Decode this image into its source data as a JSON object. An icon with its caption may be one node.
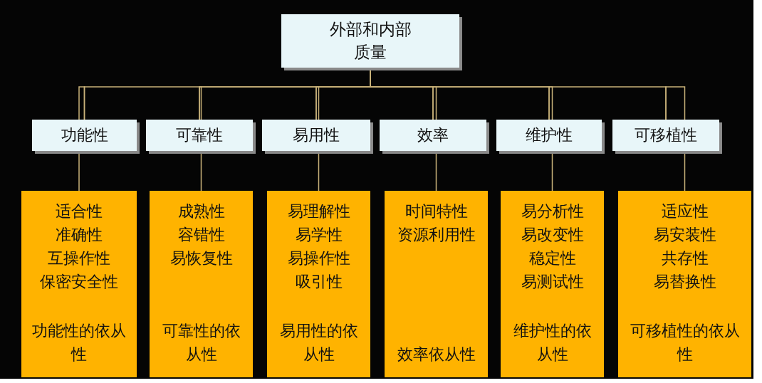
{
  "diagram": {
    "nodes": [
      {
        "text": [
          "外部和内部质量"
        ]
      },
      {
        "text": [
          "功能性"
        ]
      },
      {
        "text": [
          "可靠性"
        ]
      },
      {
        "text": [
          "易用性"
        ]
      },
      {
        "text": [
          "效率"
        ]
      },
      {
        "text": [
          "维护性"
        ]
      },
      {
        "text": [
          "可移植性"
        ]
      },
      {
        "text": [
          "适合性",
          "准确性",
          "互操作性",
          "保密安全性",
          "功能性的依从性"
        ]
      },
      {
        "text": [
          "成熟性",
          "容错性",
          "易恢复性",
          "可靠性的依从性"
        ]
      },
      {
        "text": [
          "易理解性",
          "易学性",
          "易操作性",
          "吸引性",
          "易用性的依从性"
        ]
      },
      {
        "text": [
          "时间特性",
          "资源利用性",
          "效率依从性"
        ]
      },
      {
        "text": [
          "易分析性",
          "易改变性",
          "稳定性",
          "易测试性",
          "维护性的依从性"
        ]
      },
      {
        "text": [
          "适应性",
          "易安装性",
          "共存性",
          "易替换性",
          "可移植性的依从性"
        ]
      }
    ],
    "edges": [
      {
        "from": 0,
        "to": 1,
        "arrow": "none"
      },
      {
        "from": 0,
        "to": 2,
        "arrow": "none"
      },
      {
        "from": 0,
        "to": 3,
        "arrow": "none"
      },
      {
        "from": 0,
        "to": 4,
        "arrow": "none"
      },
      {
        "from": 0,
        "to": 5,
        "arrow": "none"
      },
      {
        "from": 0,
        "to": 6,
        "arrow": "none"
      },
      {
        "from": 1,
        "to": 7,
        "arrow": "none"
      },
      {
        "from": 2,
        "to": 8,
        "arrow": "none"
      },
      {
        "from": 3,
        "to": 9,
        "arrow": "none"
      },
      {
        "from": 4,
        "to": 10,
        "arrow": "none"
      },
      {
        "from": 5,
        "to": 11,
        "arrow": "none"
      },
      {
        "from": 6,
        "to": 12,
        "arrow": "none"
      }
    ]
  }
}
